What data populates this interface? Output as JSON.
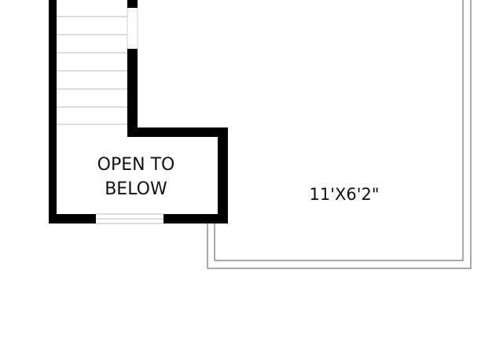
{
  "floor_plan": {
    "open_to_below": {
      "line1": "OPEN TO",
      "line2": "BELOW"
    },
    "room_dimensions": "11'X6'2\""
  }
}
